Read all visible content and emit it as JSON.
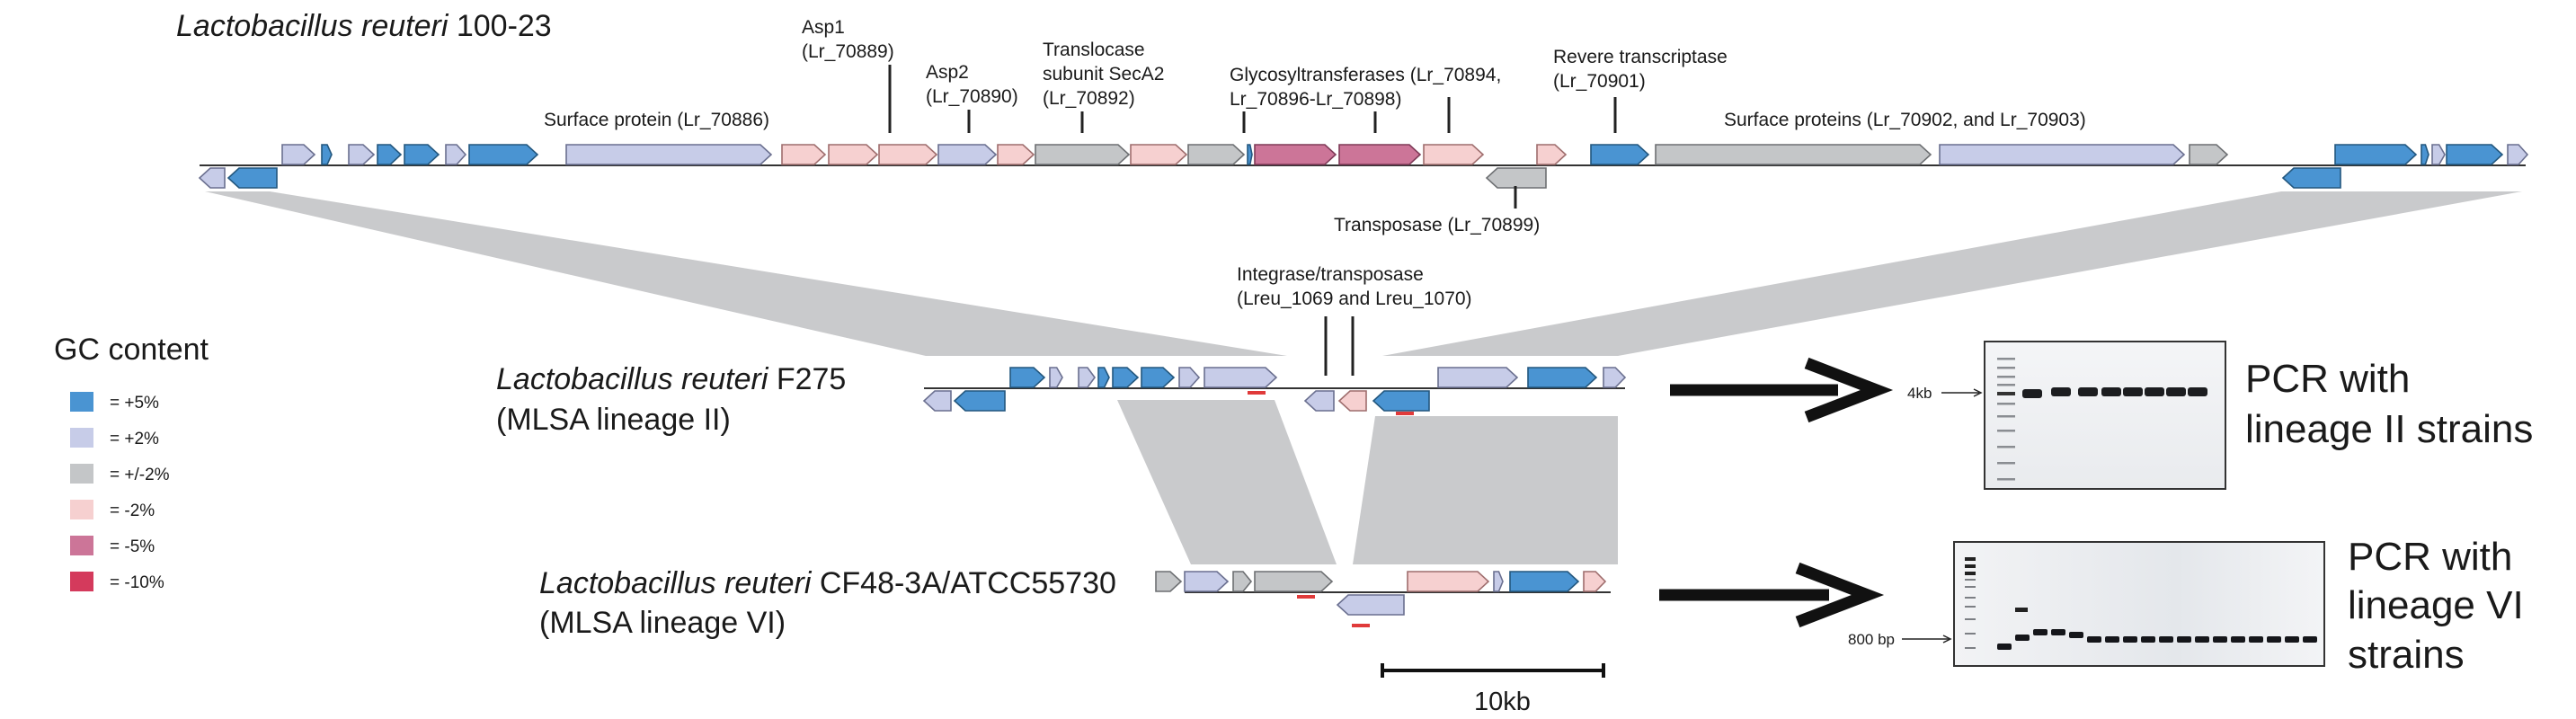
{
  "genomes": {
    "top": {
      "name_italic": "Lactobacillus reuteri",
      "name_rest": " 100-23"
    },
    "mid": {
      "name_italic": "Lactobacillus reuteri",
      "name_rest": " F275",
      "lineage": "(MLSA lineage II)"
    },
    "bot": {
      "name_italic": "Lactobacillus reuteri",
      "name_rest": " CF48-3A/ATCC55730",
      "lineage": "(MLSA lineage VI)"
    }
  },
  "gene_labels": {
    "surface_protein": "Surface protein (Lr_70886)",
    "asp1_l1": "Asp1",
    "asp1_l2": "(Lr_70889)",
    "asp2_l1": "Asp2",
    "asp2_l2": "(Lr_70890)",
    "secA2_l1": "Translocase",
    "secA2_l2": "subunit SecA2",
    "secA2_l3": "(Lr_70892)",
    "glyco_l1": "Glycosyltransferases (Lr_70894,",
    "glyco_l2": "Lr_70896-Lr_70898)",
    "rt_l1": "Revere transcriptase",
    "rt_l2": "(Lr_70901)",
    "surface_proteins": "Surface proteins (Lr_70902, and Lr_70903)",
    "transposase": "Transposase (Lr_70899)",
    "integrase_l1": "Integrase/transposase",
    "integrase_l2": "(Lreu_1069 and Lreu_1070)"
  },
  "legend": {
    "title": "GC content",
    "items": [
      {
        "label": "= +5%",
        "color": "#4a94d2"
      },
      {
        "label": "= +2%",
        "color": "#c7cce8"
      },
      {
        "label": "= +/-2%",
        "color": "#c4c6c8"
      },
      {
        "label": "= -2%",
        "color": "#f6d0d0"
      },
      {
        "label": "= -5%",
        "color": "#cc7598"
      },
      {
        "label": "= -10%",
        "color": "#d43a5c"
      }
    ]
  },
  "pcr": {
    "lineage2_l1": "PCR with",
    "lineage2_l2": "lineage II strains",
    "lineage6_l1": "PCR with",
    "lineage6_l2": "lineage VI",
    "lineage6_l3": "strains",
    "gel1_marker": "4kb",
    "gel2_marker": "800 bp"
  },
  "scale_bar": {
    "label": "10kb"
  }
}
